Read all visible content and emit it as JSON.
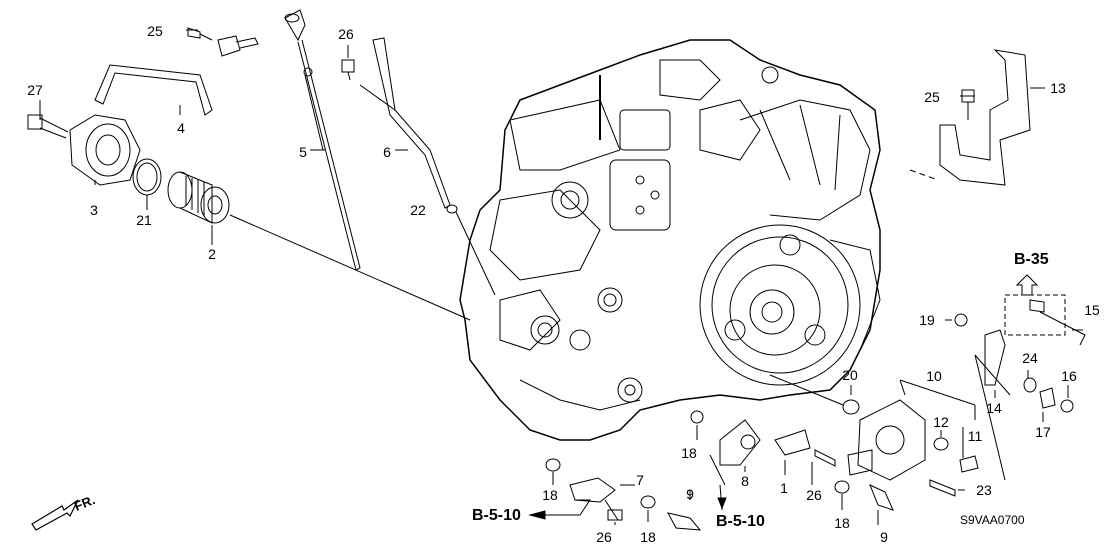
{
  "diagram": {
    "callouts": [
      "25",
      "26",
      "27",
      "4",
      "5",
      "6",
      "3",
      "21",
      "2",
      "22",
      "13",
      "25",
      "B-35",
      "19",
      "15",
      "24",
      "16",
      "20",
      "10",
      "12",
      "14",
      "11",
      "17",
      "18",
      "7",
      "8",
      "1",
      "26",
      "23",
      "18",
      "9",
      "26",
      "18",
      "9",
      "18"
    ],
    "refs": [
      "B-5-10",
      "B-5-10"
    ],
    "code": "S9VAA0700",
    "front": "FR."
  },
  "colors": {
    "line": "#000000",
    "background": "#ffffff"
  }
}
